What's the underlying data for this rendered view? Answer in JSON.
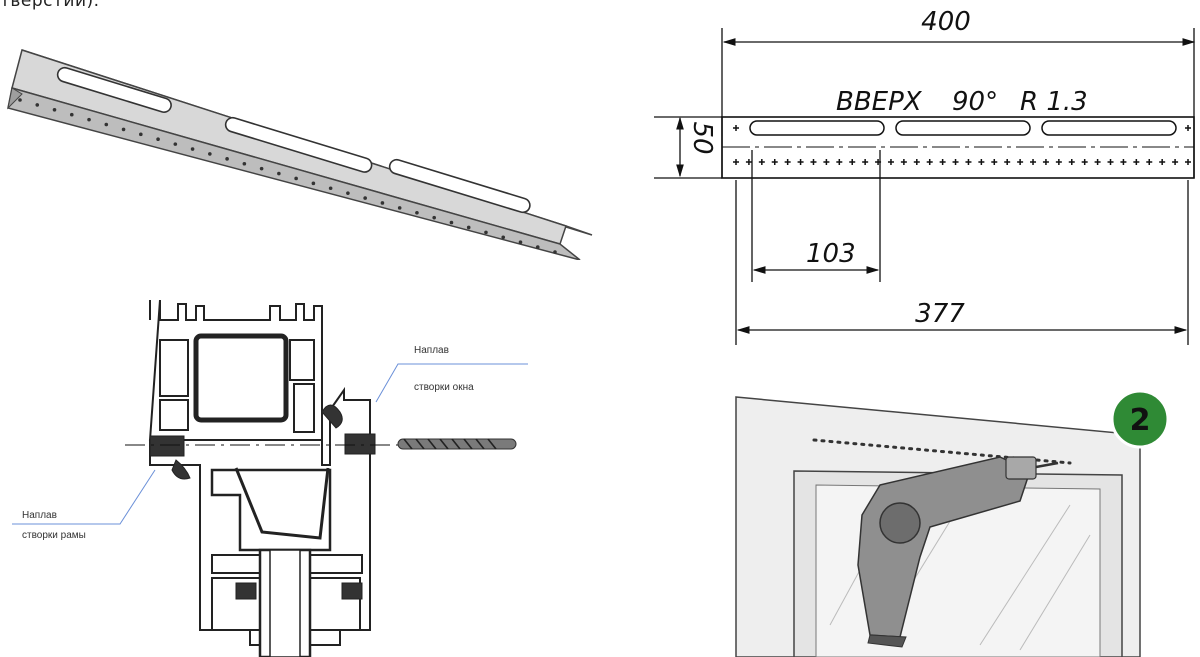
{
  "caption_top": "тверстий).",
  "bracket_drawing": {
    "dim_length": "400",
    "dim_height": "50",
    "dim_slot_length": "103",
    "dim_hole_span": "377",
    "notes": [
      "ВВЕРХ",
      "90°",
      "R 1.3"
    ]
  },
  "profile_section": {
    "label_sash": [
      "Наплав",
      "створки окна"
    ],
    "label_frame": [
      "Наплав",
      "створки рамы"
    ]
  },
  "step_badge": "2",
  "colors": {
    "badge_green": "#2f8a35",
    "steel": "#cfcfcf",
    "line": "#111111",
    "blue_leader": "#4a7bd0"
  },
  "icons": [
    "angle-bracket-icon",
    "drill-bit-icon",
    "drill-icon"
  ]
}
